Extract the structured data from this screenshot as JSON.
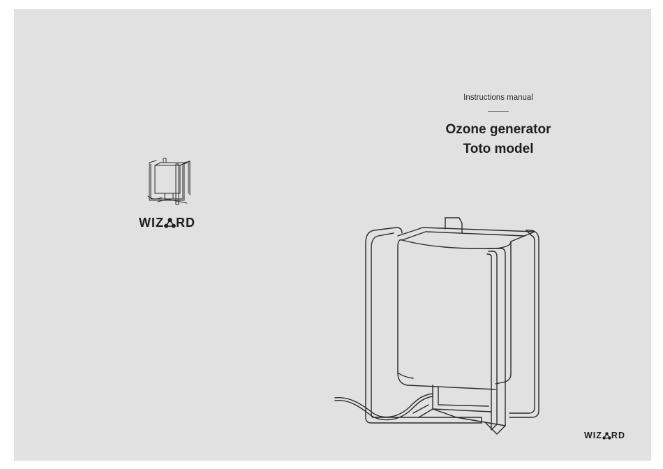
{
  "logo": {
    "wordmark_start": "WIZ",
    "wordmark_end": "RD",
    "wordmark_full": "WIZARD",
    "mark_icon": "three-dot-triangle-icon"
  },
  "cover": {
    "subtitle": "Instructions manual",
    "title_line1": "Ozone generator",
    "title_line2": "Toto model"
  },
  "colors": {
    "page_background": "#e1e1e1",
    "ink": "#1f1f1f"
  }
}
